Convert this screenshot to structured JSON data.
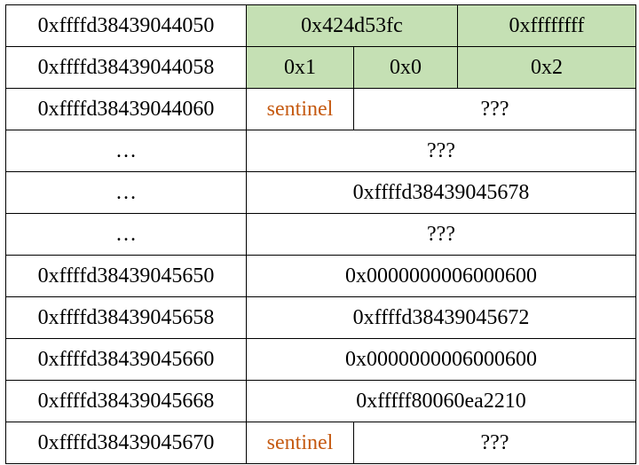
{
  "colors": {
    "header_fill": "#c5e0b4",
    "sentinel_text": "#c55a11",
    "border": "#000000"
  },
  "rows": [
    {
      "addr": "0xffffd38439044050",
      "cells": [
        "0x424d53fc",
        "0xffffffff"
      ]
    },
    {
      "addr": "0xffffd38439044058",
      "cells": [
        "0x1",
        "0x0",
        "0x2"
      ]
    },
    {
      "addr": "0xffffd38439044060",
      "cells": [
        "sentinel",
        "???"
      ]
    },
    {
      "addr": "…",
      "cells": [
        "???"
      ]
    },
    {
      "addr": "…",
      "cells": [
        "0xffffd38439045678"
      ]
    },
    {
      "addr": "…",
      "cells": [
        "???"
      ]
    },
    {
      "addr": "0xffffd38439045650",
      "cells": [
        "0x0000000006000600"
      ]
    },
    {
      "addr": "0xffffd38439045658",
      "cells": [
        "0xffffd38439045672"
      ]
    },
    {
      "addr": "0xffffd38439045660",
      "cells": [
        "0x0000000006000600"
      ]
    },
    {
      "addr": "0xffffd38439045668",
      "cells": [
        "0xfffff80060ea2210"
      ]
    },
    {
      "addr": "0xffffd38439045670",
      "cells": [
        "sentinel",
        "???"
      ]
    }
  ]
}
